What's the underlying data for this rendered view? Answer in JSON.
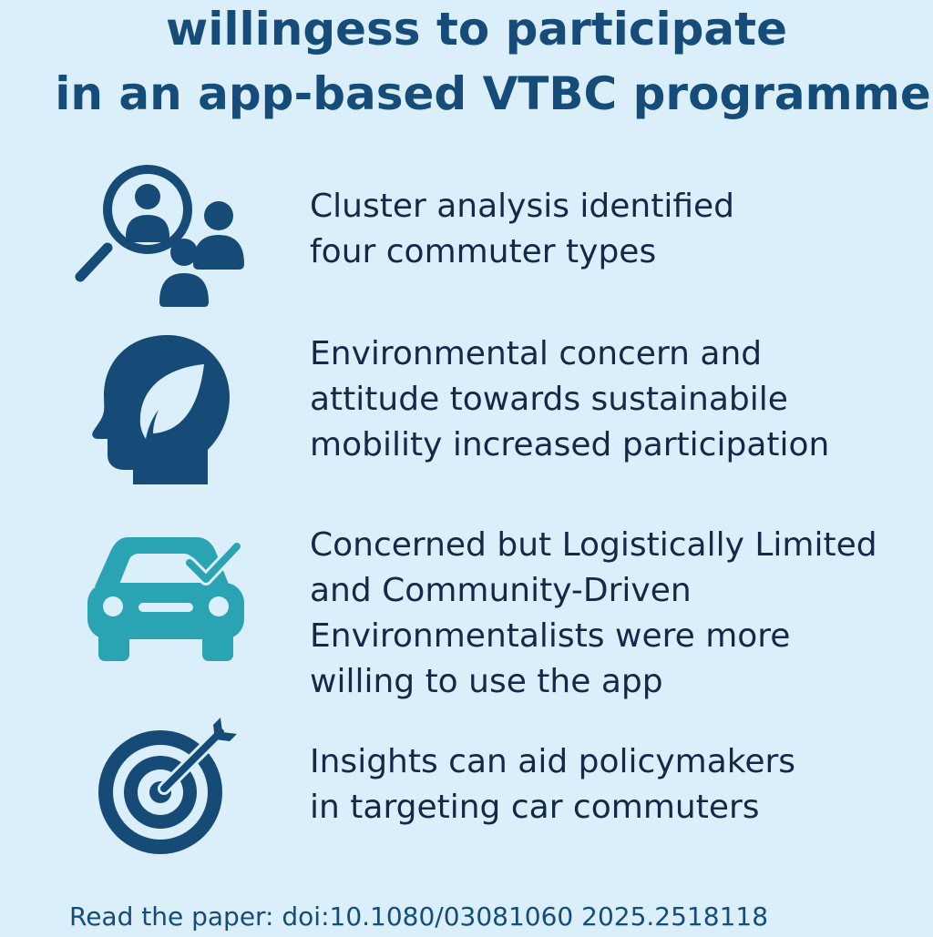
{
  "title": {
    "line1": "willingess to participate",
    "line2": "in an app-based VTBC programme"
  },
  "colors": {
    "background": "#dbeffa",
    "title": "#154c7a",
    "body_text": "#152848",
    "icon_navy": "#164b77",
    "icon_teal": "#2aa3b3"
  },
  "findings": [
    {
      "icon": "search-people-icon",
      "lines": [
        "Cluster analysis identified",
        "four commuter types"
      ]
    },
    {
      "icon": "head-leaf-icon",
      "lines": [
        "Environmental concern and",
        "attitude towards sustainabile",
        "mobility increased participation"
      ]
    },
    {
      "icon": "car-check-icon",
      "lines": [
        "Concerned but Logistically Limited",
        "and Community-Driven",
        "Environmentalists were more",
        "willing to use the app"
      ]
    },
    {
      "icon": "target-arrow-icon",
      "lines": [
        "Insights can aid policymakers",
        "in targeting car commuters"
      ]
    }
  ],
  "footer": {
    "text": "Read the paper: doi:10.1080/03081060 2025.2518118"
  }
}
